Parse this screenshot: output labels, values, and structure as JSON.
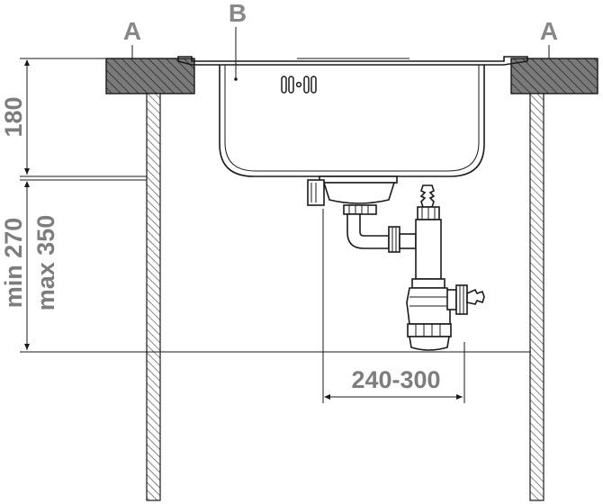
{
  "labels": {
    "counter_left": "A",
    "sink": "B",
    "counter_right": "A"
  },
  "dimensions": {
    "height_top": "180",
    "height_min": "min 270",
    "height_max": "max 350",
    "width_range": "240-300"
  },
  "colors": {
    "label_gray": "#888888",
    "line": "#1a1a1a",
    "counter_fill": "#7a7a7a"
  }
}
